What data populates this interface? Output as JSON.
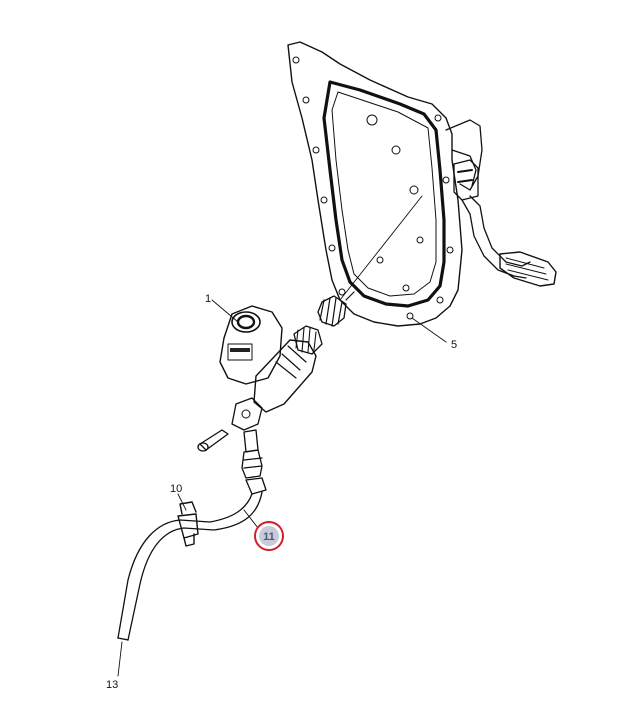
{
  "callouts": {
    "c1": "1",
    "c5": "5",
    "c10": "10",
    "c11": "11",
    "c13": "13"
  },
  "highlight": {
    "callout": "11",
    "ring_color": "#d0202a",
    "fill_color": "#c7ccd8"
  },
  "colors": {
    "line": "#111111",
    "background": "#ffffff"
  }
}
